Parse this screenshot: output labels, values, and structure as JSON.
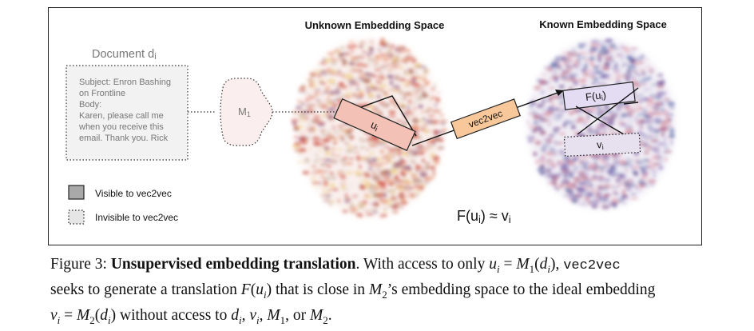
{
  "figure": {
    "unknown_space_title": "Unknown Embedding Space",
    "known_space_title": "Known Embedding Space",
    "document_title": "Document di",
    "document_lines": [
      "Subject: Enron Bashing",
      "on Frontline",
      "Body:",
      "Karen, please call me",
      "when you receive this",
      "email. Thank you. Rick"
    ],
    "m1_label": "M1",
    "ui_label": "ui",
    "vec2vec_label": "vec2vec",
    "fui_label": "F(ui)",
    "vi_label": "vi",
    "approx_label": "F(ui) ≈ vi",
    "legend_visible": "Visible to vec2vec",
    "legend_invisible": "Invisible to vec2vec",
    "colors": {
      "ui_box": "#f3c1b6",
      "vec2vec_box": "#f9c89a",
      "fui_box": "#e4dcf3",
      "vi_box": "#e6e0ef",
      "m1_cloud": "#fbeeee",
      "visible_swatch": "#a9a9a9",
      "invisible_swatch": "#e6e6e6"
    }
  },
  "caption": {
    "prefix": "Figure 3:",
    "bold": "Unsupervised embedding translation",
    "line1_rest": ". With access to only ui = M1(di),",
    "code": "vec2vec",
    "line2": "seeks to generate a translation F(ui) that is close in M2’s embedding space to the ideal embedding",
    "line3": "vi = M2(di) without access to di, vi, M1, or M2."
  }
}
